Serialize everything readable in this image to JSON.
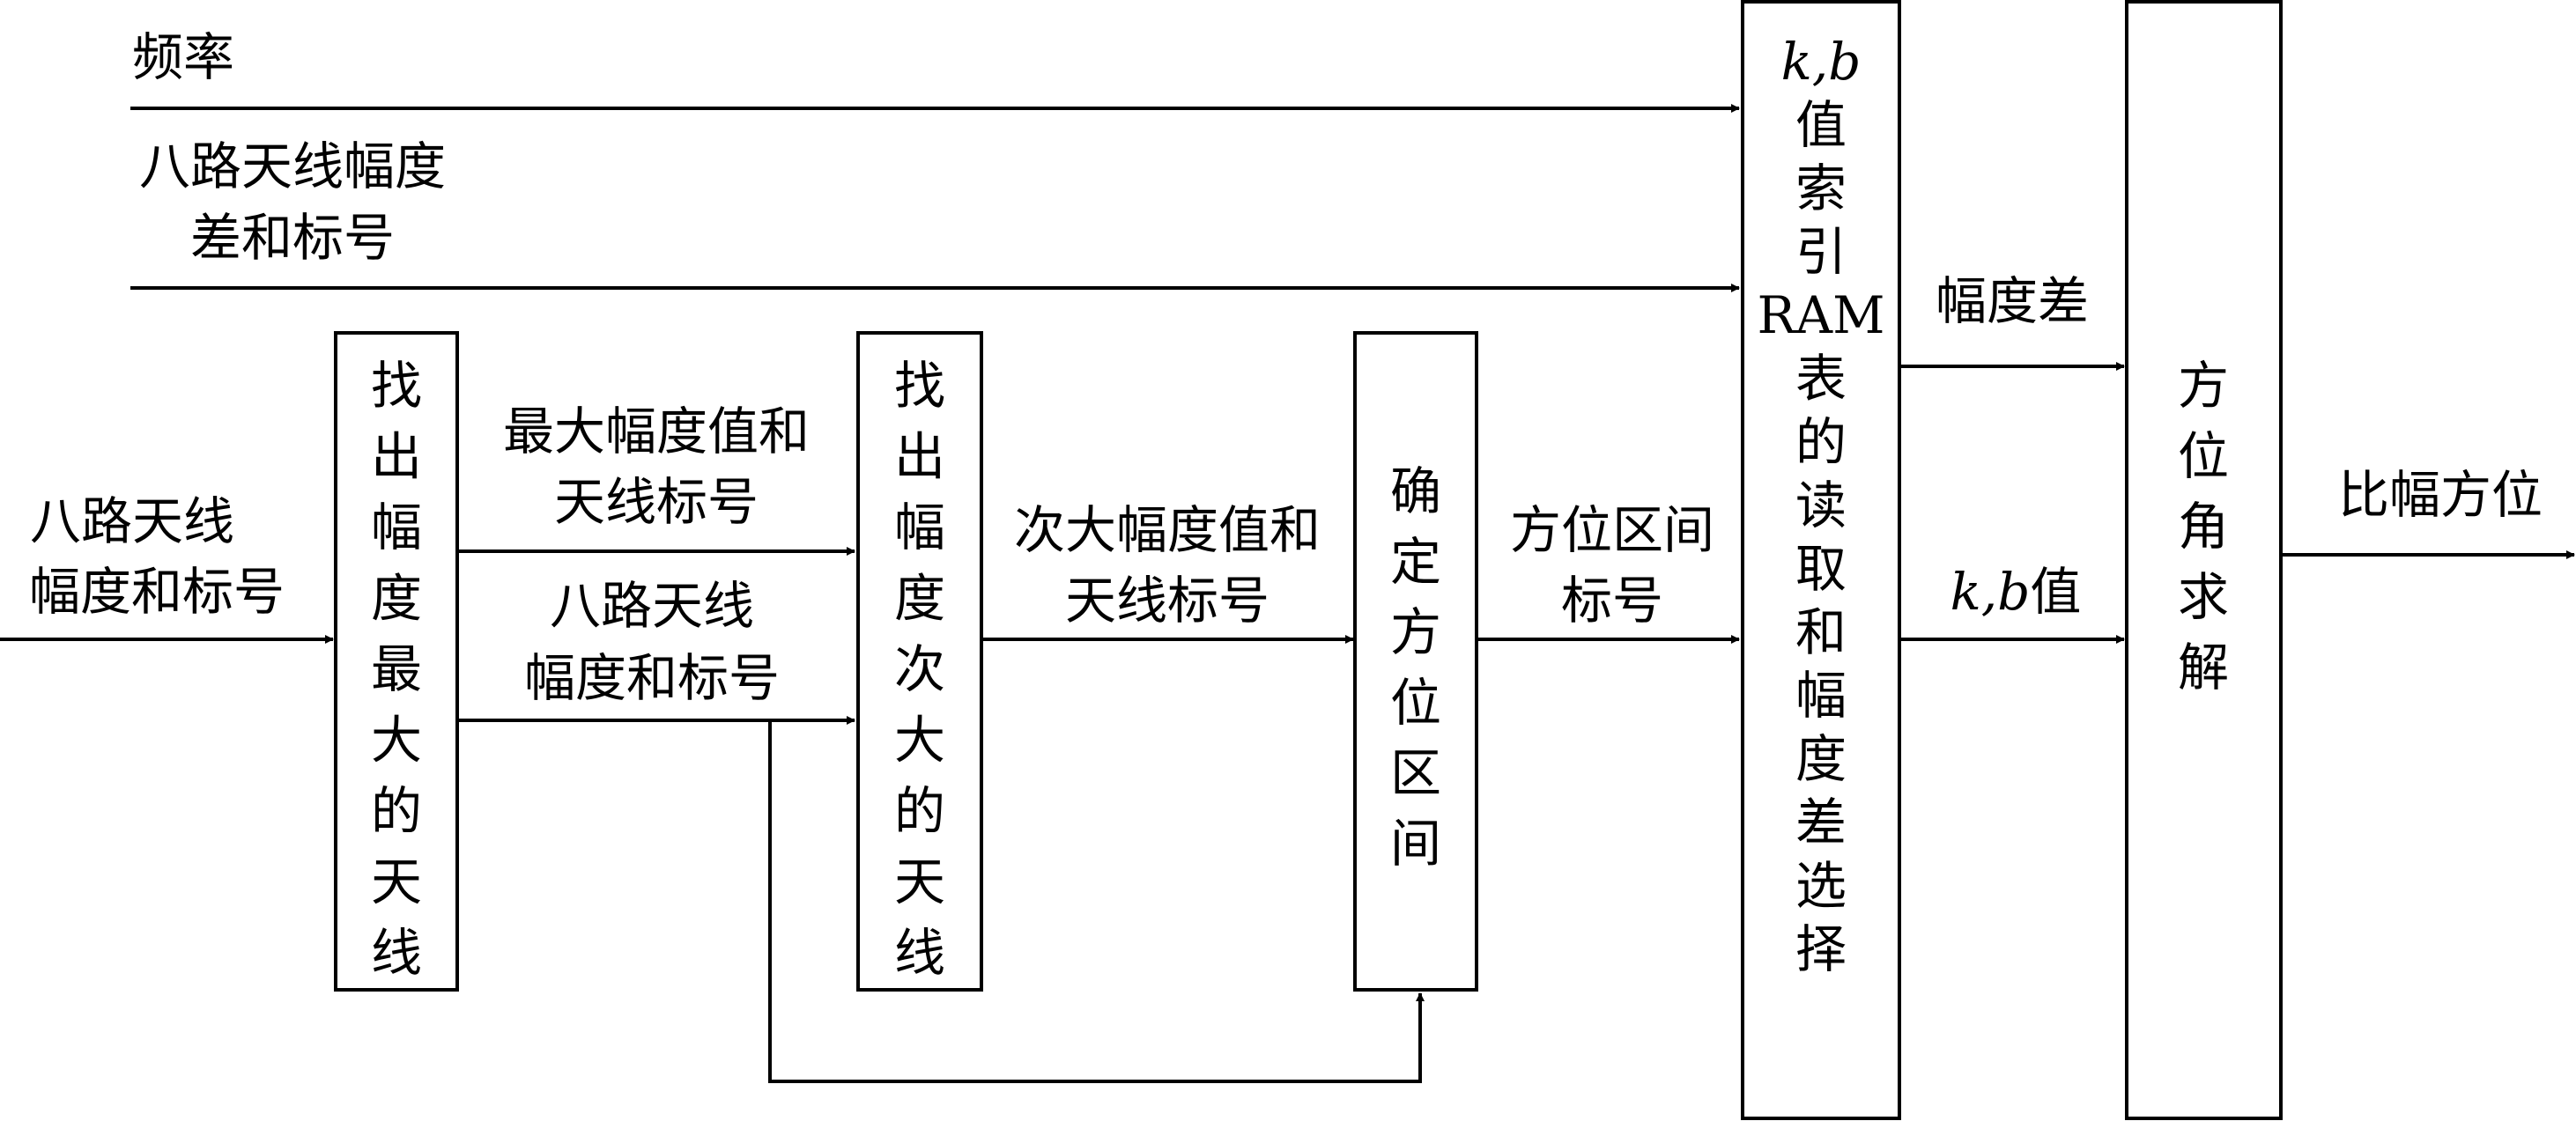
{
  "inputs": {
    "frequency": "频率",
    "eight_antenna_diff_label": [
      "八路天线幅度",
      "差和标号"
    ],
    "eight_antenna_in": [
      "八路天线",
      "幅度和标号"
    ]
  },
  "boxes": {
    "find_max": "找出幅度最大的天线",
    "find_second": "找出幅度次大的天线",
    "determine_interval": "确定方位区间",
    "ram_lookup": {
      "italic": "k,b",
      "chars": [
        "值",
        "索",
        "引"
      ],
      "ram": "RAM",
      "chars2": [
        "表",
        "的",
        "读",
        "取",
        "和",
        "幅",
        "度",
        "差",
        "选",
        "择"
      ]
    },
    "angle_solve": "方位角求解"
  },
  "edges": {
    "max_value": [
      "最大幅度值和",
      "天线标号"
    ],
    "eight_antenna_mid": [
      "八路天线",
      "幅度和标号"
    ],
    "second_value": [
      "次大幅度值和",
      "天线标号"
    ],
    "interval_label": [
      "方位区间",
      "标号"
    ],
    "amplitude_diff": "幅度差",
    "kb_value": {
      "italic": "k,b",
      "text": "值"
    },
    "output": "比幅方位"
  }
}
